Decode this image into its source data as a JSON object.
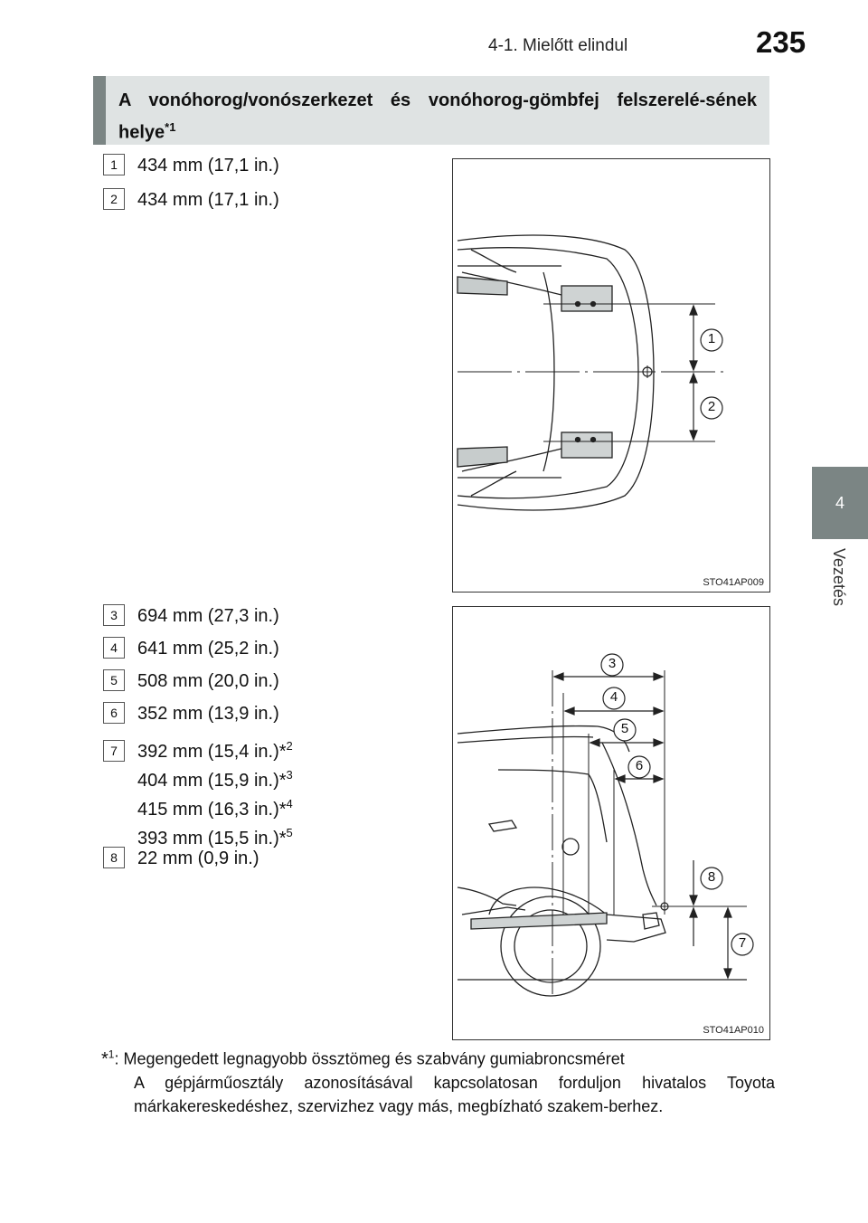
{
  "header": {
    "section": "4-1. Mielőtt elindul",
    "page_number": "235"
  },
  "sidebar": {
    "chapter_number": "4",
    "chapter_title": "Vezetés"
  },
  "title": {
    "text": "A vonóhorog/vonószerkezet és vonóhorog-gömbfej felszerelé-sének helye",
    "sup": "*1"
  },
  "specs_top": [
    {
      "num": "1",
      "value": "434 mm (17,1 in.)"
    },
    {
      "num": "2",
      "value": "434 mm (17,1 in.)"
    }
  ],
  "specs_bottom": [
    {
      "num": "3",
      "value": "694 mm (27,3 in.)"
    },
    {
      "num": "4",
      "value": "641 mm (25,2 in.)"
    },
    {
      "num": "5",
      "value": "508 mm (20,0 in.)"
    },
    {
      "num": "6",
      "value": "352 mm (13,9 in.)"
    }
  ],
  "spec7": {
    "num": "7",
    "lines": [
      {
        "value": "392 mm (15,4 in.)",
        "sup": "2"
      },
      {
        "value": "404 mm (15,9 in.)",
        "sup": "3"
      },
      {
        "value": "415 mm (16,3 in.)",
        "sup": "4"
      },
      {
        "value": "393 mm (15,5 in.)",
        "sup": "5"
      }
    ]
  },
  "spec8": {
    "num": "8",
    "value": "22 mm (0,9 in.)"
  },
  "figures": {
    "top_code": "STO41AP009",
    "bottom_code": "STO41AP010",
    "top_callouts": [
      "1",
      "2"
    ],
    "bottom_callouts": [
      "3",
      "4",
      "5",
      "6",
      "8",
      "7"
    ]
  },
  "footnote": {
    "marker": "*",
    "marker_sup": "1",
    "first_line": ": Megengedett legnagyobb össztömeg és szabvány gumiabroncsméret",
    "body": "A gépjárműosztály azonosításával kapcsolatosan forduljon hivatalos Toyota márkakereskedéshez, szervizhez vagy más, megbízható szakem-berhez."
  }
}
